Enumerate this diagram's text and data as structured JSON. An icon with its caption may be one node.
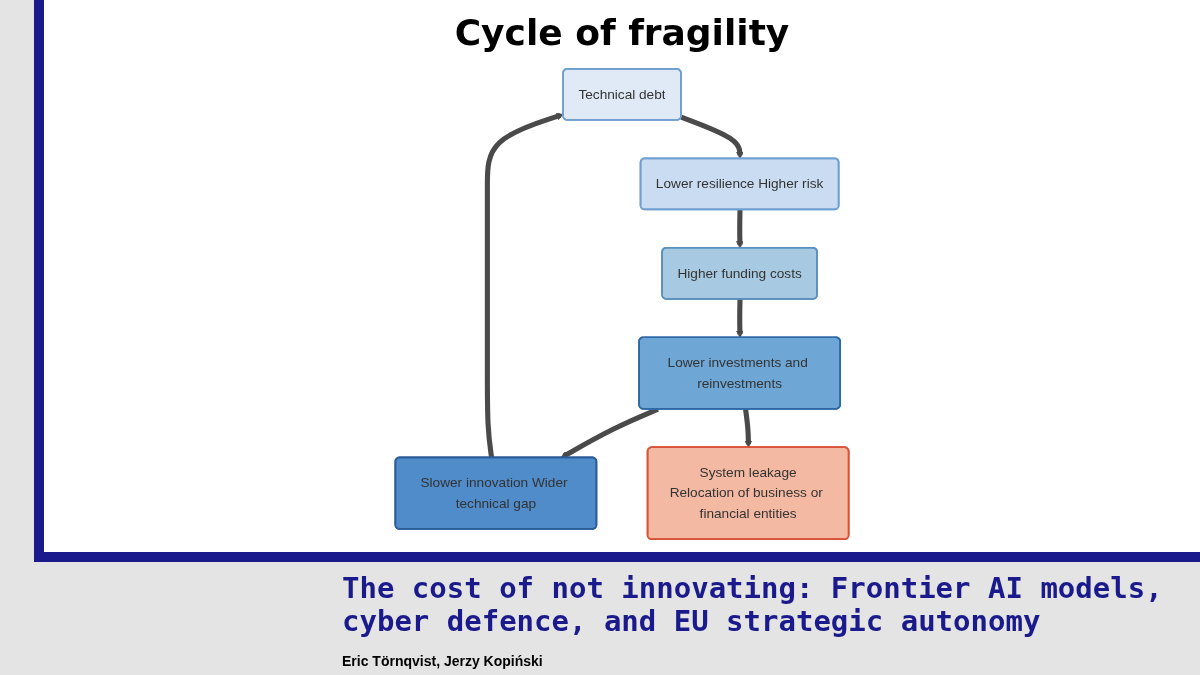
{
  "diagram": {
    "title": "Cycle of fragility",
    "nodes": [
      {
        "text": [
          "Technical debt"
        ]
      },
      {
        "text": [
          "Lower resilience Higher risk"
        ]
      },
      {
        "text": [
          "Higher funding costs"
        ]
      },
      {
        "text": [
          "Lower investments and reinvestments"
        ]
      },
      {
        "text": [
          "Slower innovation Wider technical gap"
        ]
      },
      {
        "text": [
          "System leakage",
          "Relocation of business or financial entities"
        ]
      }
    ],
    "edges": [
      {
        "from": 0,
        "to": 1,
        "arrow": "to"
      },
      {
        "from": 1,
        "to": 2,
        "arrow": "to"
      },
      {
        "from": 2,
        "to": 3,
        "arrow": "to"
      },
      {
        "from": 3,
        "to": 4,
        "arrow": "to"
      },
      {
        "from": 4,
        "to": 0,
        "arrow": "to"
      },
      {
        "from": 3,
        "to": 5,
        "arrow": "to"
      }
    ],
    "caption": "The cost of not innovating: Frontier AI models, cyber defence, and EU strategic autonomy",
    "labels": [
      "Eric Törnqvist, Jerzy Kopiński"
    ]
  }
}
